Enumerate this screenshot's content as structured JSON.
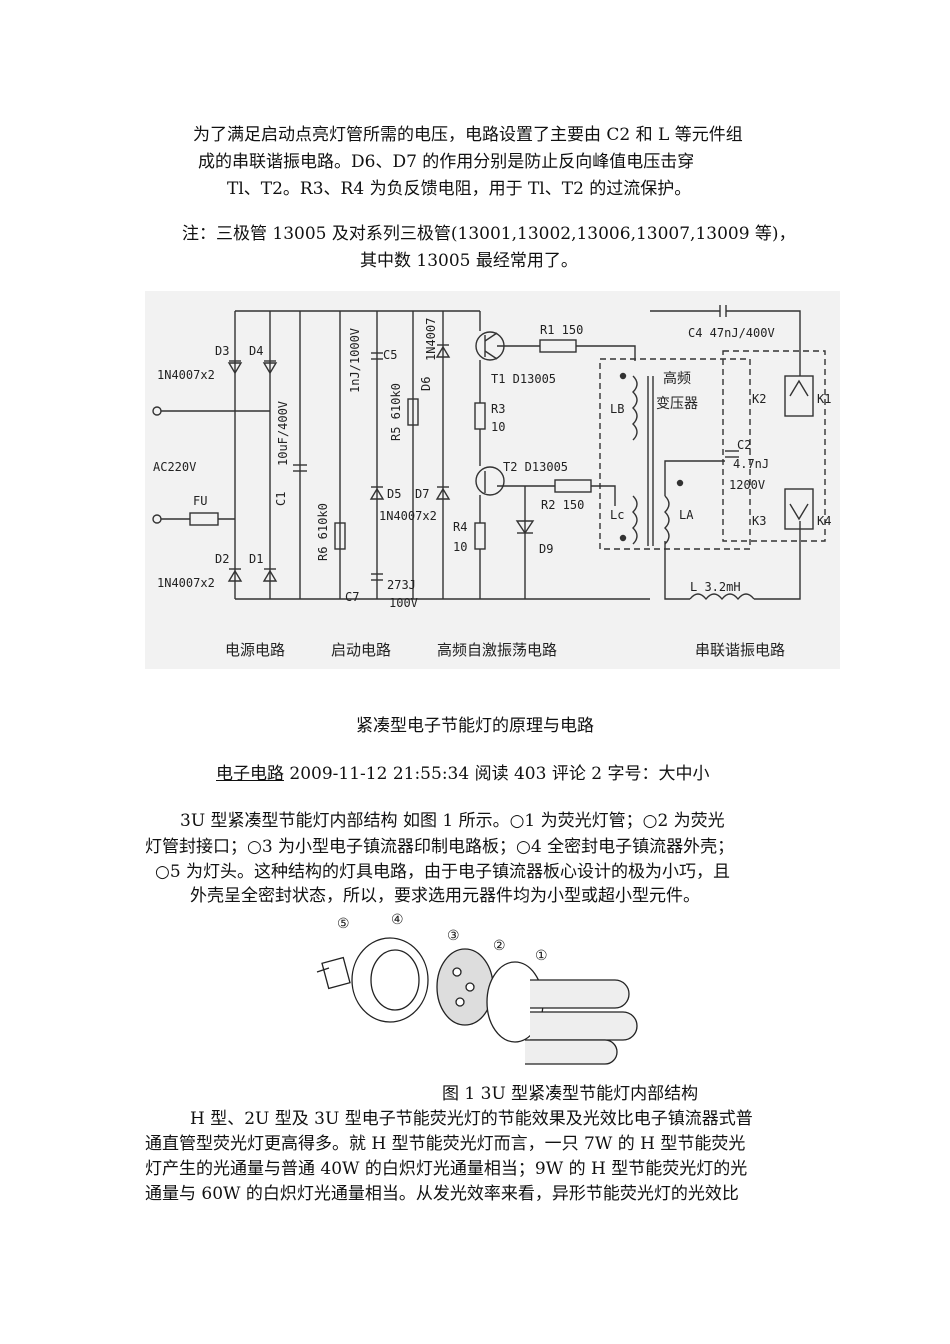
{
  "intro": {
    "line1": "为了满足启动点亮灯管所需的电压，电路设置了主要由 C2 和 L 等元件组",
    "line2": "成的串联谐振电路。D6、D7 的作用分别是防止反向峰值电压击穿",
    "line3": "Tl、T2。R3、R4 为负反馈电阻，用于 Tl、T2 的过流保护。"
  },
  "note": {
    "line1": "注：三极管 13005 及对系列三极管(13001,13002,13006,13007,13009 等)，",
    "line2": "其中数 13005 最经常用了。"
  },
  "circuit": {
    "labels": {
      "d3": "D3",
      "d4": "D4",
      "d3d4_type": "1N4007x2",
      "ac": "AC220V",
      "fu": "FU",
      "d2": "D2",
      "d1": "D1",
      "d2d1_type": "1N4007x2",
      "c1": "C1",
      "c1_val": "10uF/400V",
      "r6": "R6 610k0",
      "c5": "C5",
      "c5_val": "1nJ/1000V",
      "r5": "R5 610k0",
      "d6": "D6",
      "d6_type": "1N4007",
      "d5": "D5",
      "d7": "D7",
      "d5d7_type": "1N4007x2",
      "c7": "C7",
      "c7_val1": "273J",
      "c7_val2": "100V",
      "t1": "T1  D13005",
      "r3": "R3",
      "r3_val": "10",
      "t2": "T2  D13005",
      "r4": "R4",
      "r4_val": "10",
      "d9": "D9",
      "r1": "R1  150",
      "r2": "R2  150",
      "lb": "LB",
      "lc": "Lc",
      "la": "LA",
      "transformer1": "高频",
      "transformer2": "变压器",
      "c4": "C4  47nJ/400V",
      "k1": "K1",
      "k2": "K2",
      "k3": "K3",
      "k4": "K4",
      "c2": "C2",
      "c2_val1": "4.7nJ",
      "c2_val2": "1200V",
      "l": "L  3.2mH"
    },
    "sections": [
      "电源电路",
      "启动电路",
      "高频自激振荡电路",
      "串联谐振电路"
    ]
  },
  "article": {
    "title": "紧凑型电子节能灯的原理与电路",
    "meta_category": "电子电路",
    "meta_rest": "2009-11-12 21:55:34 阅读 403 评论 2 字号：大中小",
    "para1": [
      "3U 型紧凑型节能灯内部结构  如图 1 所示。○1 为荧光灯管；○2 为荧光",
      "灯管封接口；○3 为小型电子镇流器印制电路板；○4 全密封电子镇流器外壳；",
      "○5 为灯头。这种结构的灯具电路，由于电子镇流器板心设计的极为小巧，且",
      "外壳呈全密封状态，所以，要求选用元器件均为小型或超小型元件。"
    ],
    "figure": {
      "markers": [
        "⑤",
        "④",
        "③",
        "②",
        "①"
      ],
      "caption": "图 1  3U 型紧凑型节能灯内部结构"
    },
    "para2": [
      "H 型、2U 型及 3U 型电子节能荧光灯的节能效果及光效比电子镇流器式普",
      "通直管型荧光灯更高得多。就 H 型节能荧光灯而言，一只 7W 的 H 型节能荧光",
      "灯产生的光通量与普通 40W 的白炽灯光通量相当；9W 的 H 型节能荧光灯的光",
      "通量与 60W 的白炽灯光通量相当。从发光效率来看，异形节能荧光灯的光效比"
    ]
  }
}
